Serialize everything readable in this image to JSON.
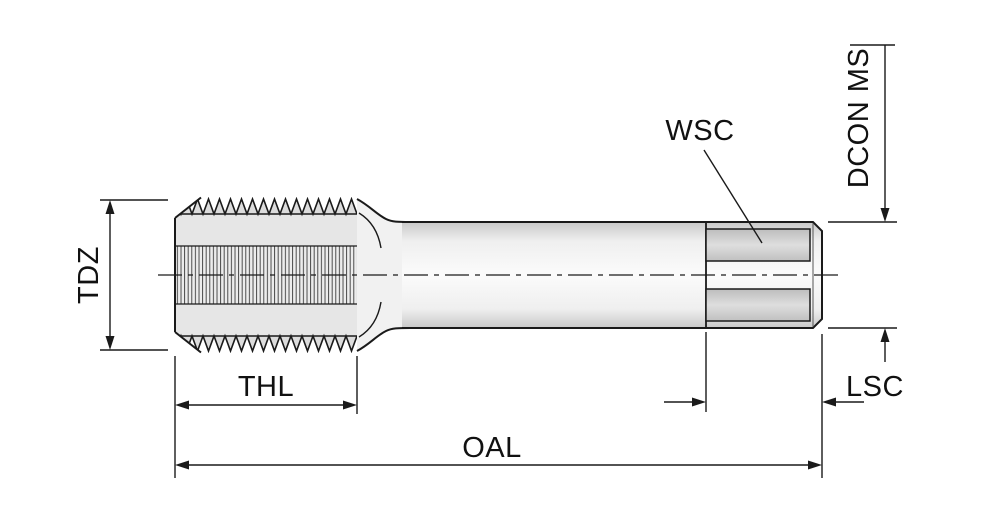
{
  "diagram": {
    "type": "technical-drawing",
    "subject": "machine-tap-dimension-diagram",
    "labels": {
      "tdz": "TDZ",
      "thl": "THL",
      "oal": "OAL",
      "wsc": "WSC",
      "lsc": "LSC",
      "dcon_ms": "DCON MS"
    },
    "colors": {
      "line": "#1a1a1a",
      "background": "#ffffff",
      "metal_light": "#fbfbfb",
      "metal_mid": "#e6e6e6",
      "metal_dark": "#c2c2c2"
    }
  }
}
